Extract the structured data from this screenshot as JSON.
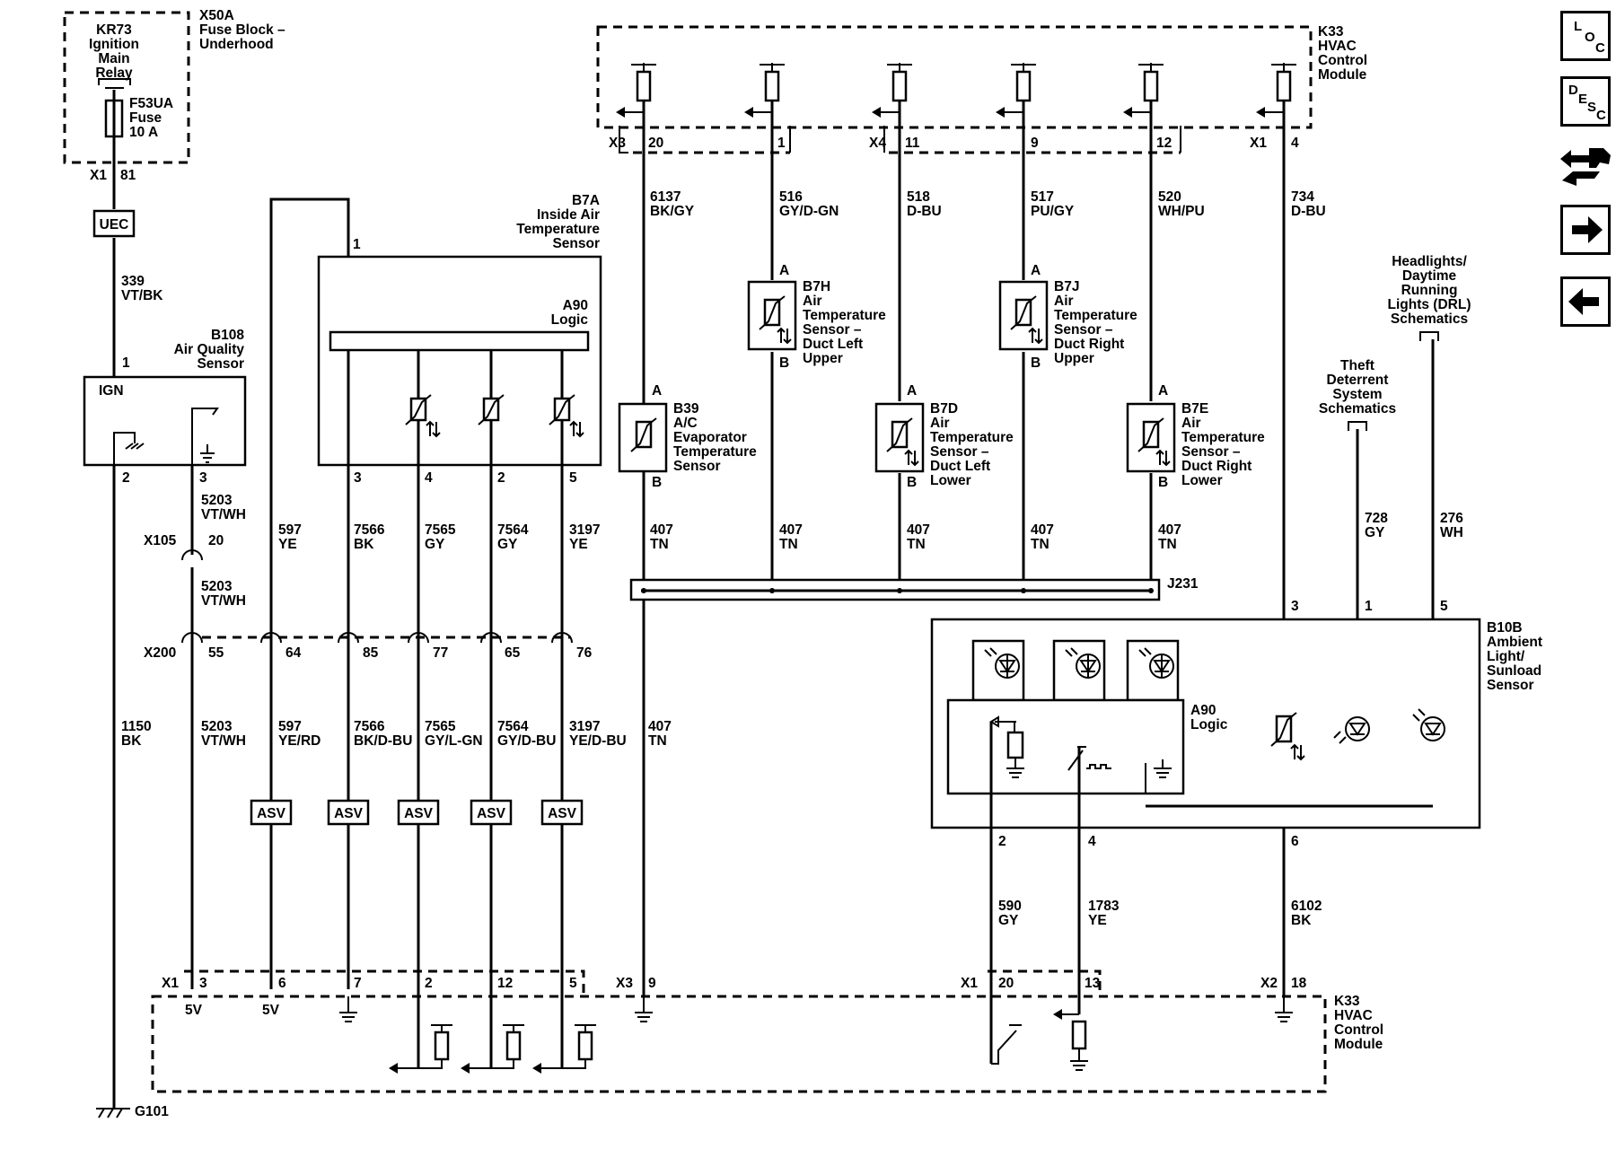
{
  "nav": {
    "loc": [
      "L",
      "O",
      "C"
    ],
    "desc": [
      "D",
      "E",
      "S",
      "C"
    ]
  },
  "fuse_block": {
    "name": "X50A",
    "desc": [
      "Fuse Block –",
      "Underhood"
    ],
    "relay": [
      "KR73",
      "Ignition",
      "Main",
      "Relay"
    ],
    "fuse": [
      "F53UA",
      "Fuse",
      "10 A"
    ],
    "conn": "X1",
    "pin": "81"
  },
  "uec": "UEC",
  "aq_wire": [
    "339",
    "VT/BK"
  ],
  "aq_sensor": {
    "name": [
      "B108",
      "Air Quality",
      "Sensor"
    ],
    "ign": "IGN",
    "pins": [
      "1",
      "2",
      "3"
    ]
  },
  "inside_sensor": {
    "name": [
      "B7A",
      "Inside Air",
      "Temperature",
      "Sensor"
    ],
    "logic": [
      "A90",
      "Logic"
    ],
    "pins": [
      "1",
      "3",
      "4",
      "2",
      "5"
    ]
  },
  "upper_wires": [
    {
      "circuit": "5203",
      "color": "VT/WH"
    },
    {
      "circuit": "597",
      "color": "YE"
    },
    {
      "circuit": "7566",
      "color": "BK"
    },
    {
      "circuit": "7565",
      "color": "GY"
    },
    {
      "circuit": "7564",
      "color": "GY"
    },
    {
      "circuit": "3197",
      "color": "YE"
    }
  ],
  "x105": {
    "name": "X105",
    "pin": "20"
  },
  "x105_lower": {
    "circuit": "5203",
    "color": "VT/WH"
  },
  "x200": {
    "name": "X200",
    "pins": [
      "55",
      "64",
      "85",
      "77",
      "65",
      "76"
    ]
  },
  "lower_wires": [
    {
      "circuit": "1150",
      "color": "BK"
    },
    {
      "circuit": "5203",
      "color": "VT/WH"
    },
    {
      "circuit": "597",
      "color": "YE/RD"
    },
    {
      "circuit": "7566",
      "color": "BK/D-BU"
    },
    {
      "circuit": "7565",
      "color": "GY/L-GN"
    },
    {
      "circuit": "7564",
      "color": "GY/D-BU"
    },
    {
      "circuit": "3197",
      "color": "YE/D-BU"
    },
    {
      "circuit": "407",
      "color": "TN"
    }
  ],
  "asv": "ASV",
  "ground": "G101",
  "k33_top": {
    "name": [
      "K33",
      "HVAC",
      "Control",
      "Module"
    ],
    "connectors": [
      "X3",
      "X4",
      "X1"
    ],
    "pins": [
      "20",
      "1",
      "11",
      "9",
      "12",
      "4"
    ],
    "wires": [
      {
        "circuit": "6137",
        "color": "BK/GY"
      },
      {
        "circuit": "516",
        "color": "GY/D-GN"
      },
      {
        "circuit": "518",
        "color": "D-BU"
      },
      {
        "circuit": "517",
        "color": "PU/GY"
      },
      {
        "circuit": "520",
        "color": "WH/PU"
      },
      {
        "circuit": "734",
        "color": "D-BU"
      }
    ]
  },
  "temp_sensors": [
    {
      "name": [
        "B39",
        "A/C",
        "Evaporator",
        "Temperature",
        "Sensor"
      ]
    },
    {
      "name": [
        "B7H",
        "Air",
        "Temperature",
        "Sensor –",
        "Duct Left",
        "Upper"
      ]
    },
    {
      "name": [
        "B7D",
        "Air",
        "Temperature",
        "Sensor –",
        "Duct Left",
        "Lower"
      ]
    },
    {
      "name": [
        "B7J",
        "Air",
        "Temperature",
        "Sensor –",
        "Duct Right",
        "Upper"
      ]
    },
    {
      "name": [
        "B7E",
        "Air",
        "Temperature",
        "Sensor –",
        "Duct Right",
        "Lower"
      ]
    }
  ],
  "pin_ab": [
    "A",
    "B"
  ],
  "tn_wire": {
    "circuit": "407",
    "color": "TN"
  },
  "splice": "J231",
  "theft": [
    "Theft",
    "Deterrent",
    "System",
    "Schematics"
  ],
  "drl": [
    "Headlights/",
    "Daytime",
    "Running",
    "Lights (DRL)",
    "Schematics"
  ],
  "theft_wire": {
    "circuit": "728",
    "color": "GY"
  },
  "drl_wire": {
    "circuit": "276",
    "color": "WH"
  },
  "light_sensor": {
    "name": [
      "B10B",
      "Ambient",
      "Light/",
      "Sunload",
      "Sensor"
    ],
    "logic": [
      "A90",
      "Logic"
    ],
    "pins_top": [
      "3",
      "1",
      "5"
    ],
    "pins_bottom": [
      "2",
      "4",
      "6"
    ]
  },
  "sensor_out_wires": [
    {
      "circuit": "590",
      "color": "GY"
    },
    {
      "circuit": "1783",
      "color": "YE"
    },
    {
      "circuit": "6102",
      "color": "BK"
    }
  ],
  "k33_bottom": {
    "name": [
      "K33",
      "HVAC",
      "Control",
      "Module"
    ],
    "connectors": [
      "X1",
      "X3",
      "X1",
      "X2"
    ],
    "pins": [
      "3",
      "6",
      "7",
      "2",
      "12",
      "5",
      "9",
      "20",
      "13",
      "18"
    ],
    "volt": [
      "5V",
      "5V"
    ]
  }
}
